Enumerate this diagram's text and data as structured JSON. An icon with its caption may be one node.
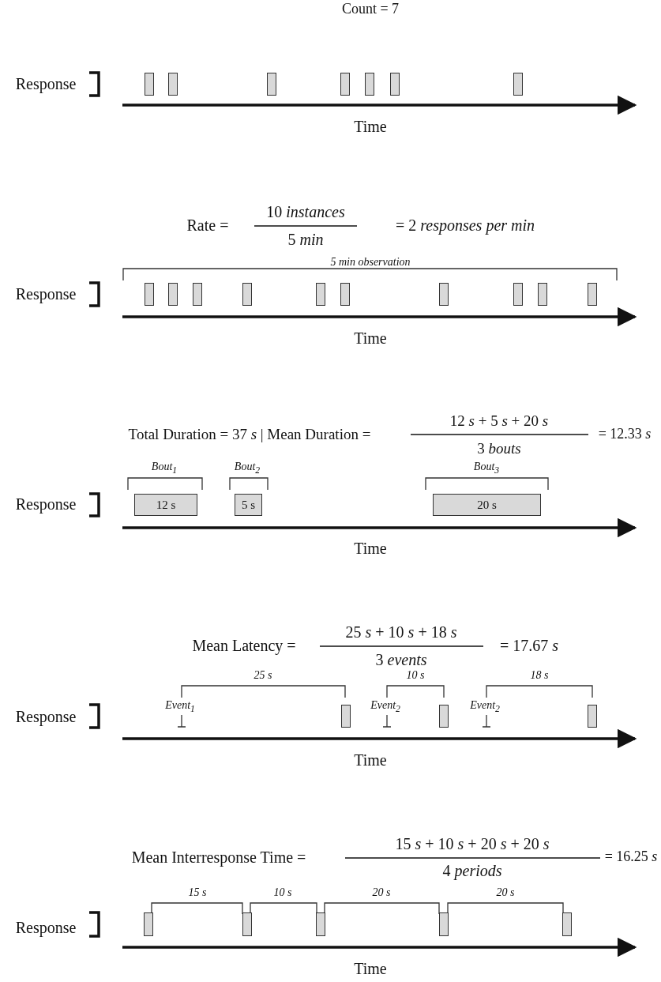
{
  "diagram": {
    "nodes": [
      {
        "text": [],
        "shape": "bar"
      },
      {
        "text": [],
        "shape": "bar"
      },
      {
        "text": [],
        "shape": "bar"
      },
      {
        "text": [],
        "shape": "bar"
      },
      {
        "text": [],
        "shape": "bar"
      },
      {
        "text": [],
        "shape": "bar"
      },
      {
        "text": [],
        "shape": "bar"
      },
      {
        "text": [],
        "shape": "bar"
      },
      {
        "text": [],
        "shape": "bar"
      },
      {
        "text": [],
        "shape": "bar"
      },
      {
        "text": [],
        "shape": "bar"
      },
      {
        "text": [],
        "shape": "bar"
      },
      {
        "text": [],
        "shape": "bar"
      },
      {
        "text": [],
        "shape": "bar"
      },
      {
        "text": [],
        "shape": "bar"
      },
      {
        "text": [],
        "shape": "bar"
      },
      {
        "text": [],
        "shape": "bar"
      },
      {
        "text": [
          "12 s"
        ]
      },
      {
        "text": [
          "5 s"
        ]
      },
      {
        "text": [
          "20 s"
        ]
      },
      {
        "text": [],
        "shape": "bar"
      },
      {
        "text": [],
        "shape": "bar"
      },
      {
        "text": [],
        "shape": "bar"
      },
      {
        "text": [],
        "shape": "bar"
      },
      {
        "text": [],
        "shape": "bar"
      },
      {
        "text": [],
        "shape": "bar"
      },
      {
        "text": [],
        "shape": "bar"
      },
      {
        "text": [],
        "shape": "bar"
      }
    ],
    "labels": [
      "Count = 7",
      "Response",
      "Time",
      "Rate =",
      "10 *instances*",
      "5 *min*",
      "= 2 *responses per min*",
      "5 min observation",
      "Response",
      "Time",
      "Total Duration = 37 *s* | Mean Duration =",
      "12 *s* + 5 *s* + 20 *s*",
      "3 *bouts*",
      "= 12.33 *s*",
      "Bout$_{1}$",
      "Bout$_{2}$",
      "Bout$_{3}$",
      "Response",
      "Time",
      "Mean Latency =",
      "25 *s* + 10 *s* + 18 *s*",
      "3 *events*",
      "= 17.67 *s*",
      "25 s",
      "10 s",
      "18 s",
      "Event$_{1}$",
      "Event$_{2}$",
      "Event$_{2}$",
      "Response",
      "Time",
      "Mean Interresponse Time =",
      "15 *s* + 10 *s* + 20 *s* + 20 *s*",
      "4 *periods*",
      "= 16.25 *s*",
      "15 s",
      "10 s",
      "20 s",
      "20 s",
      "Response",
      "Time"
    ]
  }
}
